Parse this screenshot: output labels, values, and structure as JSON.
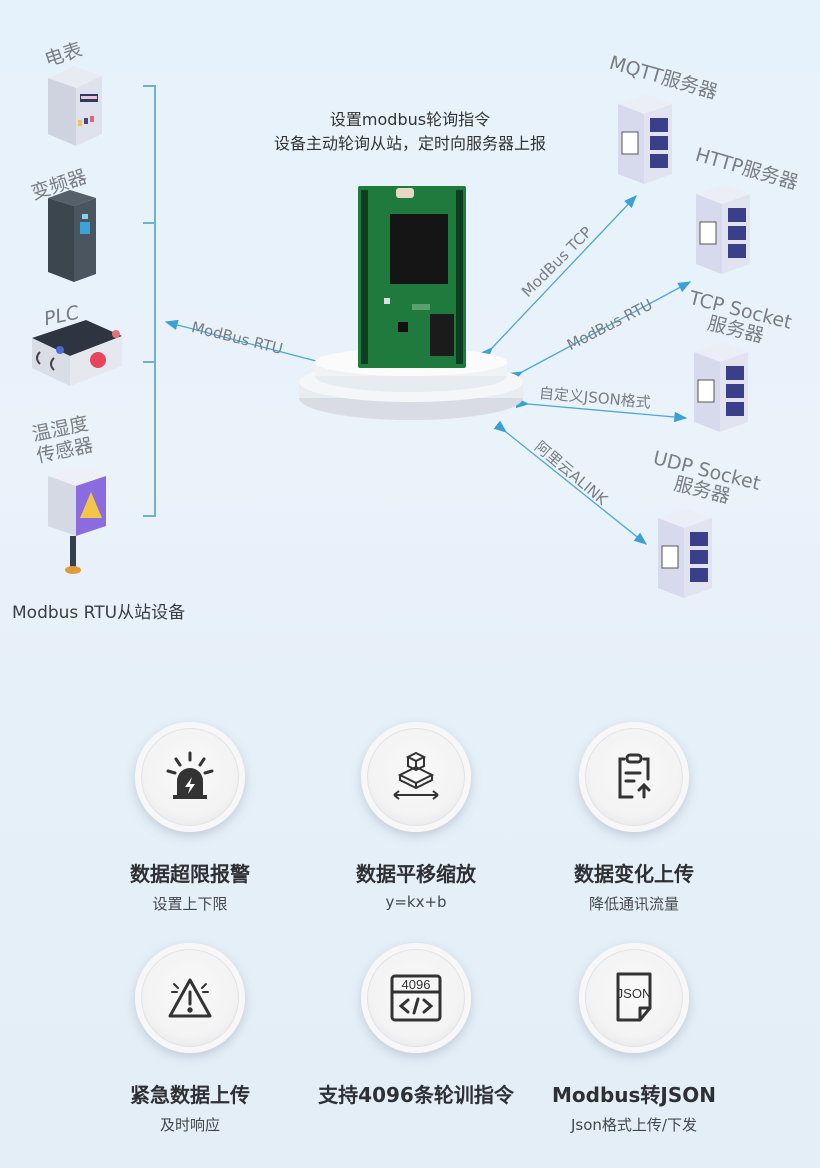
{
  "diagram": {
    "center_caption": {
      "line1": "设置modbus轮询指令",
      "line2": "设备主动轮询从站，定时向服务器上报"
    },
    "slave_devices": [
      {
        "label": "电表",
        "icon": "electric-meter-icon"
      },
      {
        "label": "变频器",
        "icon": "inverter-cabinet-icon"
      },
      {
        "label": "PLC",
        "icon": "plc-icon"
      },
      {
        "label": "温湿度\n传感器",
        "line1": "温湿度",
        "line2": "传感器",
        "icon": "sensor-box-icon"
      }
    ],
    "slave_group_caption": "Modbus RTU从站设备",
    "left_link_label": "ModBus RTU",
    "servers": [
      {
        "label": "MQTT服务器",
        "link": "ModBus TCP"
      },
      {
        "label": "HTTP服务器",
        "link": "ModBus RTU"
      },
      {
        "label_line1": "TCP Socket",
        "label_line2": "服务器",
        "link": "自定义JSON格式"
      },
      {
        "label_line1": "UDP Socket",
        "label_line2": "服务器",
        "link": "阿里云ALINK"
      }
    ],
    "colors": {
      "link_line": "#4aa8d8",
      "bracket": "#6fb3c9",
      "pcb_green": "#1f7a3e"
    }
  },
  "features": [
    {
      "title": "数据超限报警",
      "subtitle": "设置上下限",
      "icon": "alarm-light-icon"
    },
    {
      "title": "数据平移缩放",
      "subtitle": "y=kx+b",
      "icon": "scale-translate-icon"
    },
    {
      "title": "数据变化上传",
      "subtitle": "降低通讯流量",
      "icon": "clipboard-upload-icon"
    },
    {
      "title": "紧急数据上传",
      "subtitle": "及时响应",
      "icon": "warning-triangle-icon"
    },
    {
      "title": "支持4096条轮训指令",
      "subtitle": "",
      "icon": "code-4096-icon",
      "icon_text": "4096"
    },
    {
      "title": "Modbus转JSON",
      "subtitle": "Json格式上传/下发",
      "icon": "json-file-icon",
      "icon_text": "JSON"
    }
  ]
}
